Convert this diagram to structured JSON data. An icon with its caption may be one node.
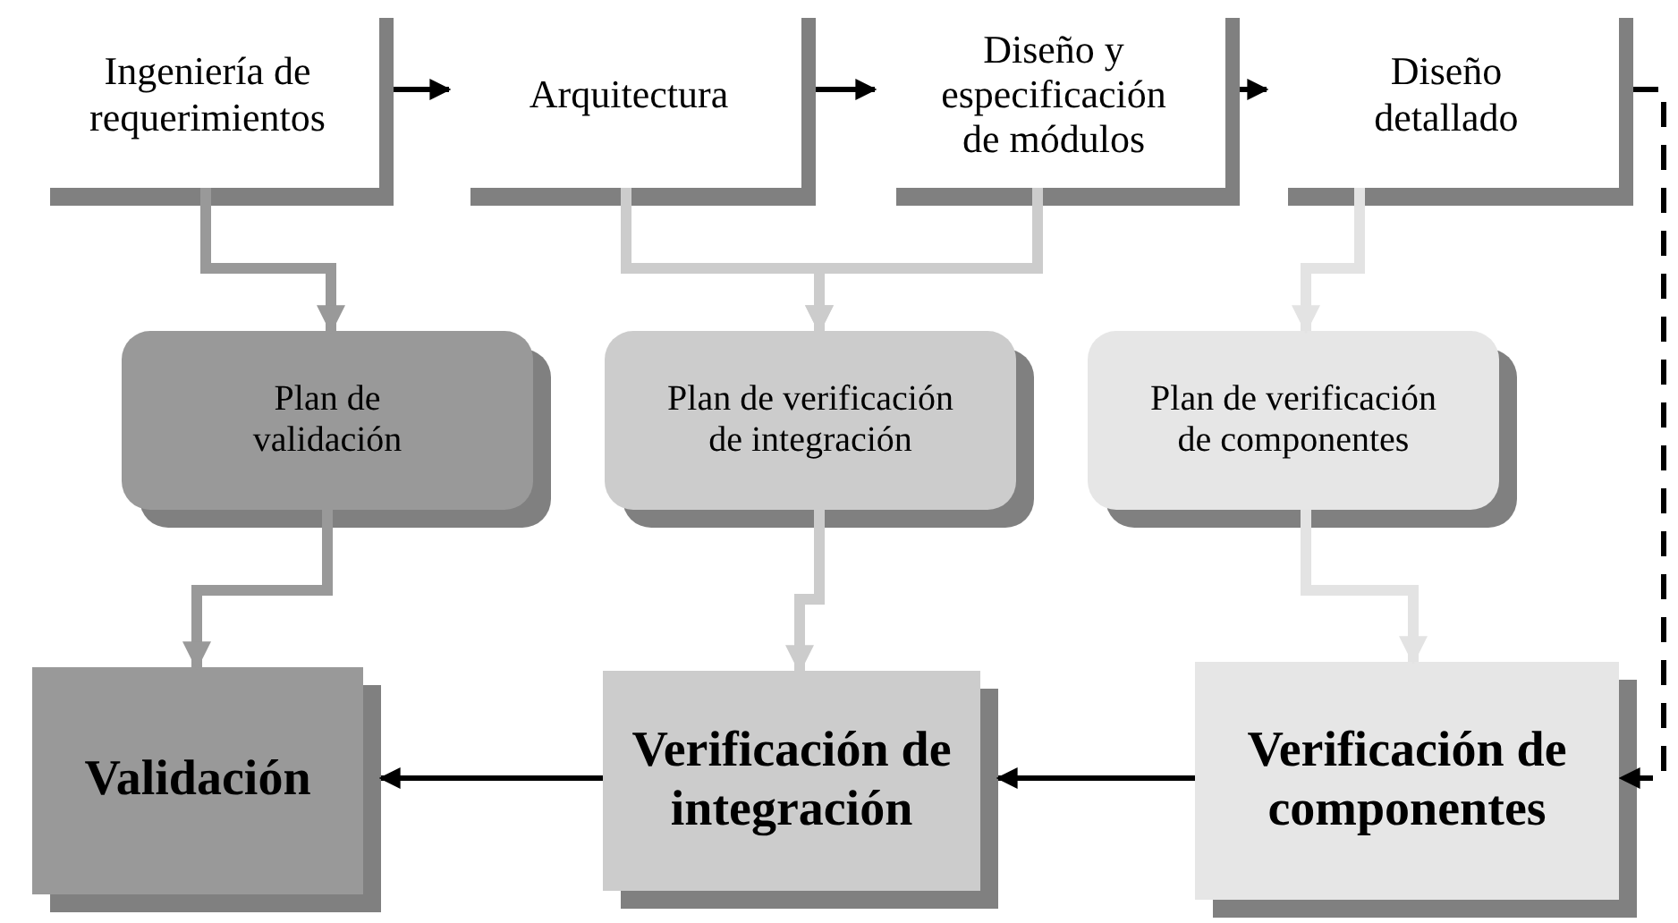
{
  "diagram": {
    "nodes": [
      {
        "text": [
          "Ingeniería de requerimientos"
        ]
      },
      {
        "text": [
          "Arquitectura"
        ]
      },
      {
        "text": [
          "Diseño y especificación de módulos"
        ]
      },
      {
        "text": [
          "Diseño detallado"
        ]
      },
      {
        "text": [
          "Plan de validación"
        ]
      },
      {
        "text": [
          "Plan de verificación de integración"
        ]
      },
      {
        "text": [
          "Plan de verificación de componentes"
        ]
      },
      {
        "text": [
          "Validación"
        ]
      },
      {
        "text": [
          "Verificación de integración"
        ]
      },
      {
        "text": [
          "Verificación de componentes"
        ]
      }
    ],
    "edges": [
      {
        "from": 0,
        "to": 1,
        "arrow": "to"
      },
      {
        "from": 1,
        "to": 2,
        "arrow": "to"
      },
      {
        "from": 2,
        "to": 3,
        "arrow": "to"
      },
      {
        "from": 3,
        "to": 9,
        "arrow": "to",
        "style": "dashed"
      },
      {
        "from": 0,
        "to": 4,
        "arrow": "to",
        "color": "#999999"
      },
      {
        "from": 1,
        "to": 5,
        "arrow": "to",
        "color": "#cccccc"
      },
      {
        "from": 2,
        "to": 5,
        "arrow": "to",
        "color": "#cccccc"
      },
      {
        "from": 3,
        "to": 6,
        "arrow": "to",
        "color": "#e3e3e3"
      },
      {
        "from": 4,
        "to": 7,
        "arrow": "to",
        "color": "#999999"
      },
      {
        "from": 5,
        "to": 8,
        "arrow": "to",
        "color": "#cccccc"
      },
      {
        "from": 6,
        "to": 9,
        "arrow": "to",
        "color": "#e3e3e3"
      },
      {
        "from": 9,
        "to": 8,
        "arrow": "to"
      },
      {
        "from": 8,
        "to": 7,
        "arrow": "to"
      }
    ]
  }
}
